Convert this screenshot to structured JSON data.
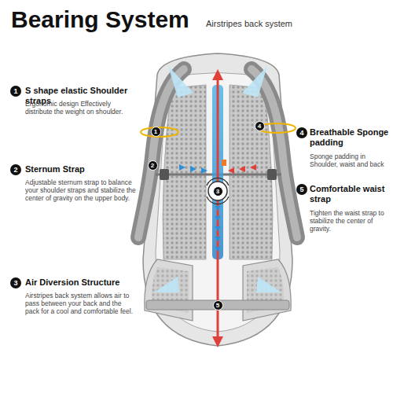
{
  "diagram": {
    "title": "Bearing System",
    "labels": [
      "Airstripes back system",
      "1",
      "S shape elastic Shoulder straps",
      "Ergonomic design Effectively distribute the weight on shoulder.",
      "2",
      "Sternum Strap",
      "Adjustable sternum strap to balance your shoulder straps and stabilize the center of gravity on the upper body.",
      "3",
      "Air Diversion Structure",
      "Airstripes back system allows air to pass between your back and the pack for a cool and comfortable feel.",
      "4",
      "Breathable Sponge padding",
      "Sponge padding in Shoulder, waist and back",
      "5",
      "Comfortable waist strap",
      "Tighten the waist strap to stabilize the center of gravity.",
      "1",
      "2",
      "3",
      "4",
      "5"
    ]
  }
}
